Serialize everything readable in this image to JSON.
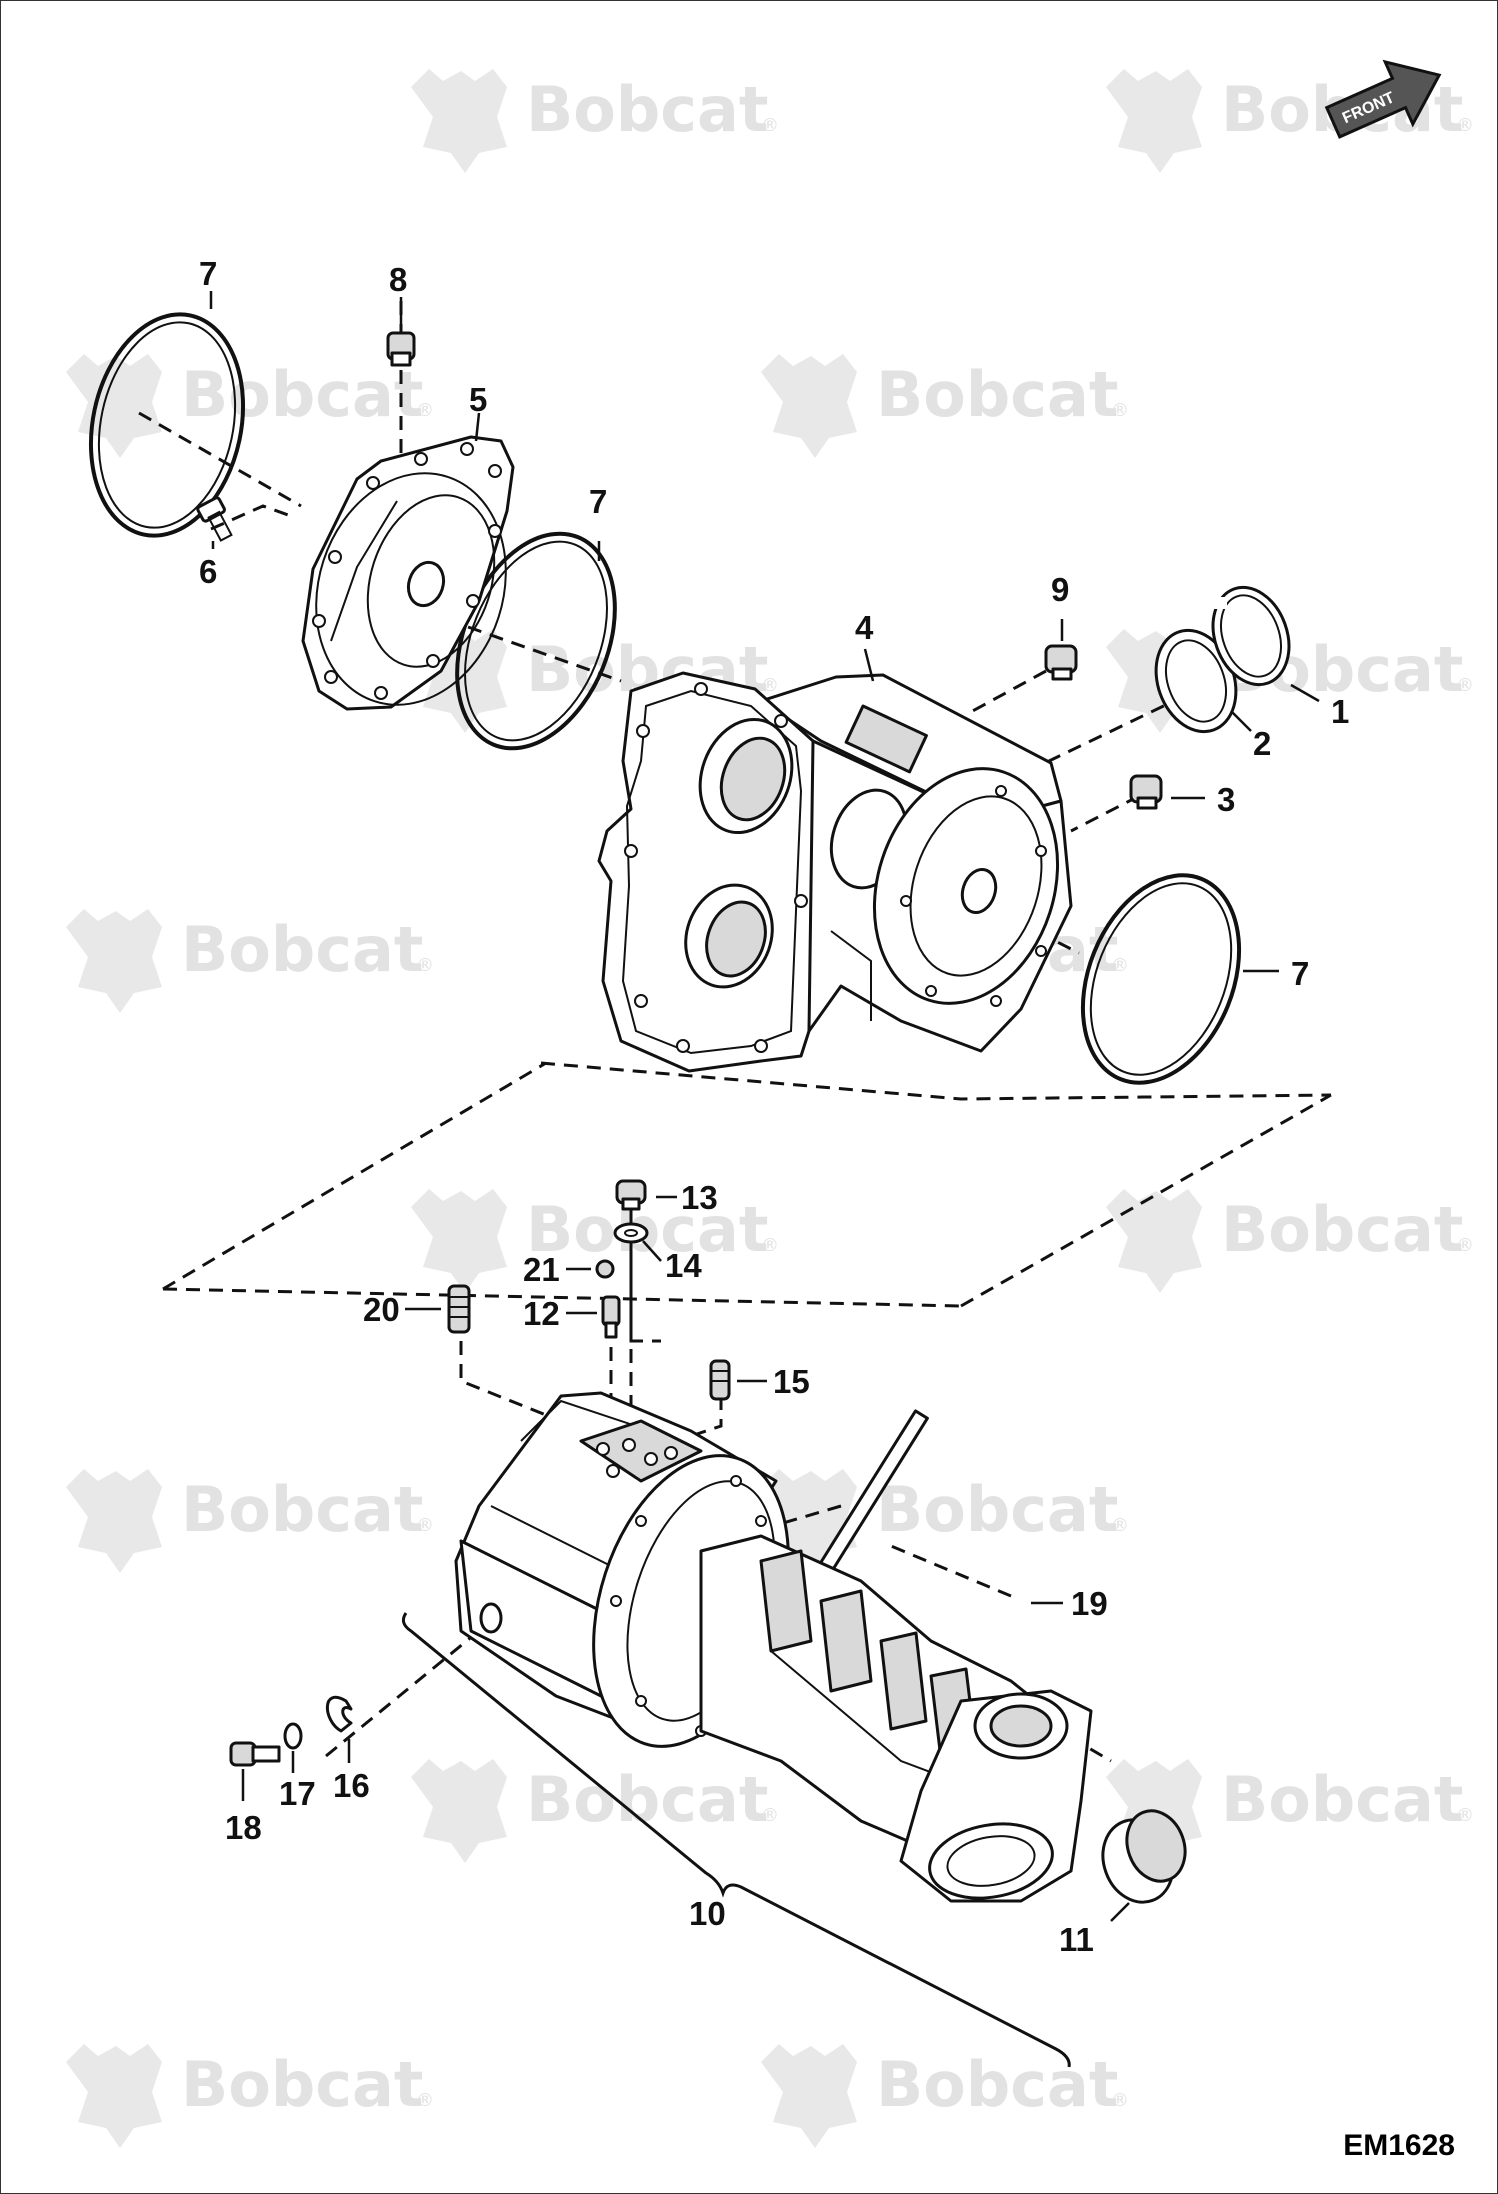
{
  "figure_code": "EM1628",
  "front_indicator": "FRONT",
  "watermark": {
    "text": "Bobcat",
    "mark": "®"
  },
  "callouts": [
    "1",
    "2",
    "3",
    "4",
    "5",
    "6",
    "7",
    "8",
    "9",
    "10",
    "11",
    "12",
    "13",
    "14",
    "15",
    "16",
    "17",
    "18",
    "19",
    "20",
    "21"
  ],
  "colors": {
    "line": "#111111",
    "watermark": "#e2e2e2",
    "part_shade": "#d9d9d9"
  }
}
